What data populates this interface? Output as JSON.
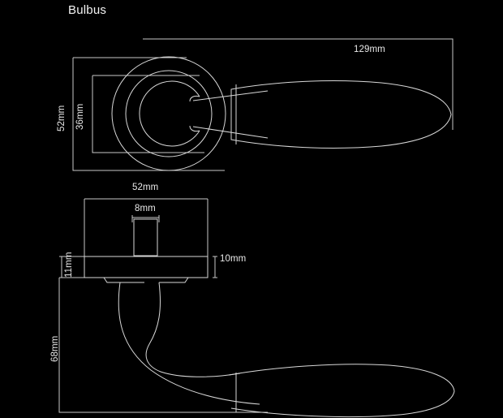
{
  "document": {
    "title": "Bulbus",
    "type": "technical-drawing",
    "background_color": "#000000",
    "line_color": "#d8d8d8",
    "text_color": "#e9e9e9",
    "units": "mm",
    "product": "Bulbus door lever handle on round rose"
  },
  "views": [
    {
      "name": "front-elevation",
      "description": "Front view showing round rose with concentric circles and tapered lever extending to the right"
    },
    {
      "name": "side-elevation",
      "description": "Side view showing rose plate thickness, spindle and curved lever neck"
    }
  ],
  "dimensions": {
    "lever_length": "129mm",
    "rose_diameter_outer": "52mm",
    "rose_diameter_inner": "36mm",
    "rose_width": "52mm",
    "spindle_width": "8mm",
    "rose_thickness": "10mm",
    "rose_projection": "11mm",
    "handle_projection": "68mm"
  }
}
